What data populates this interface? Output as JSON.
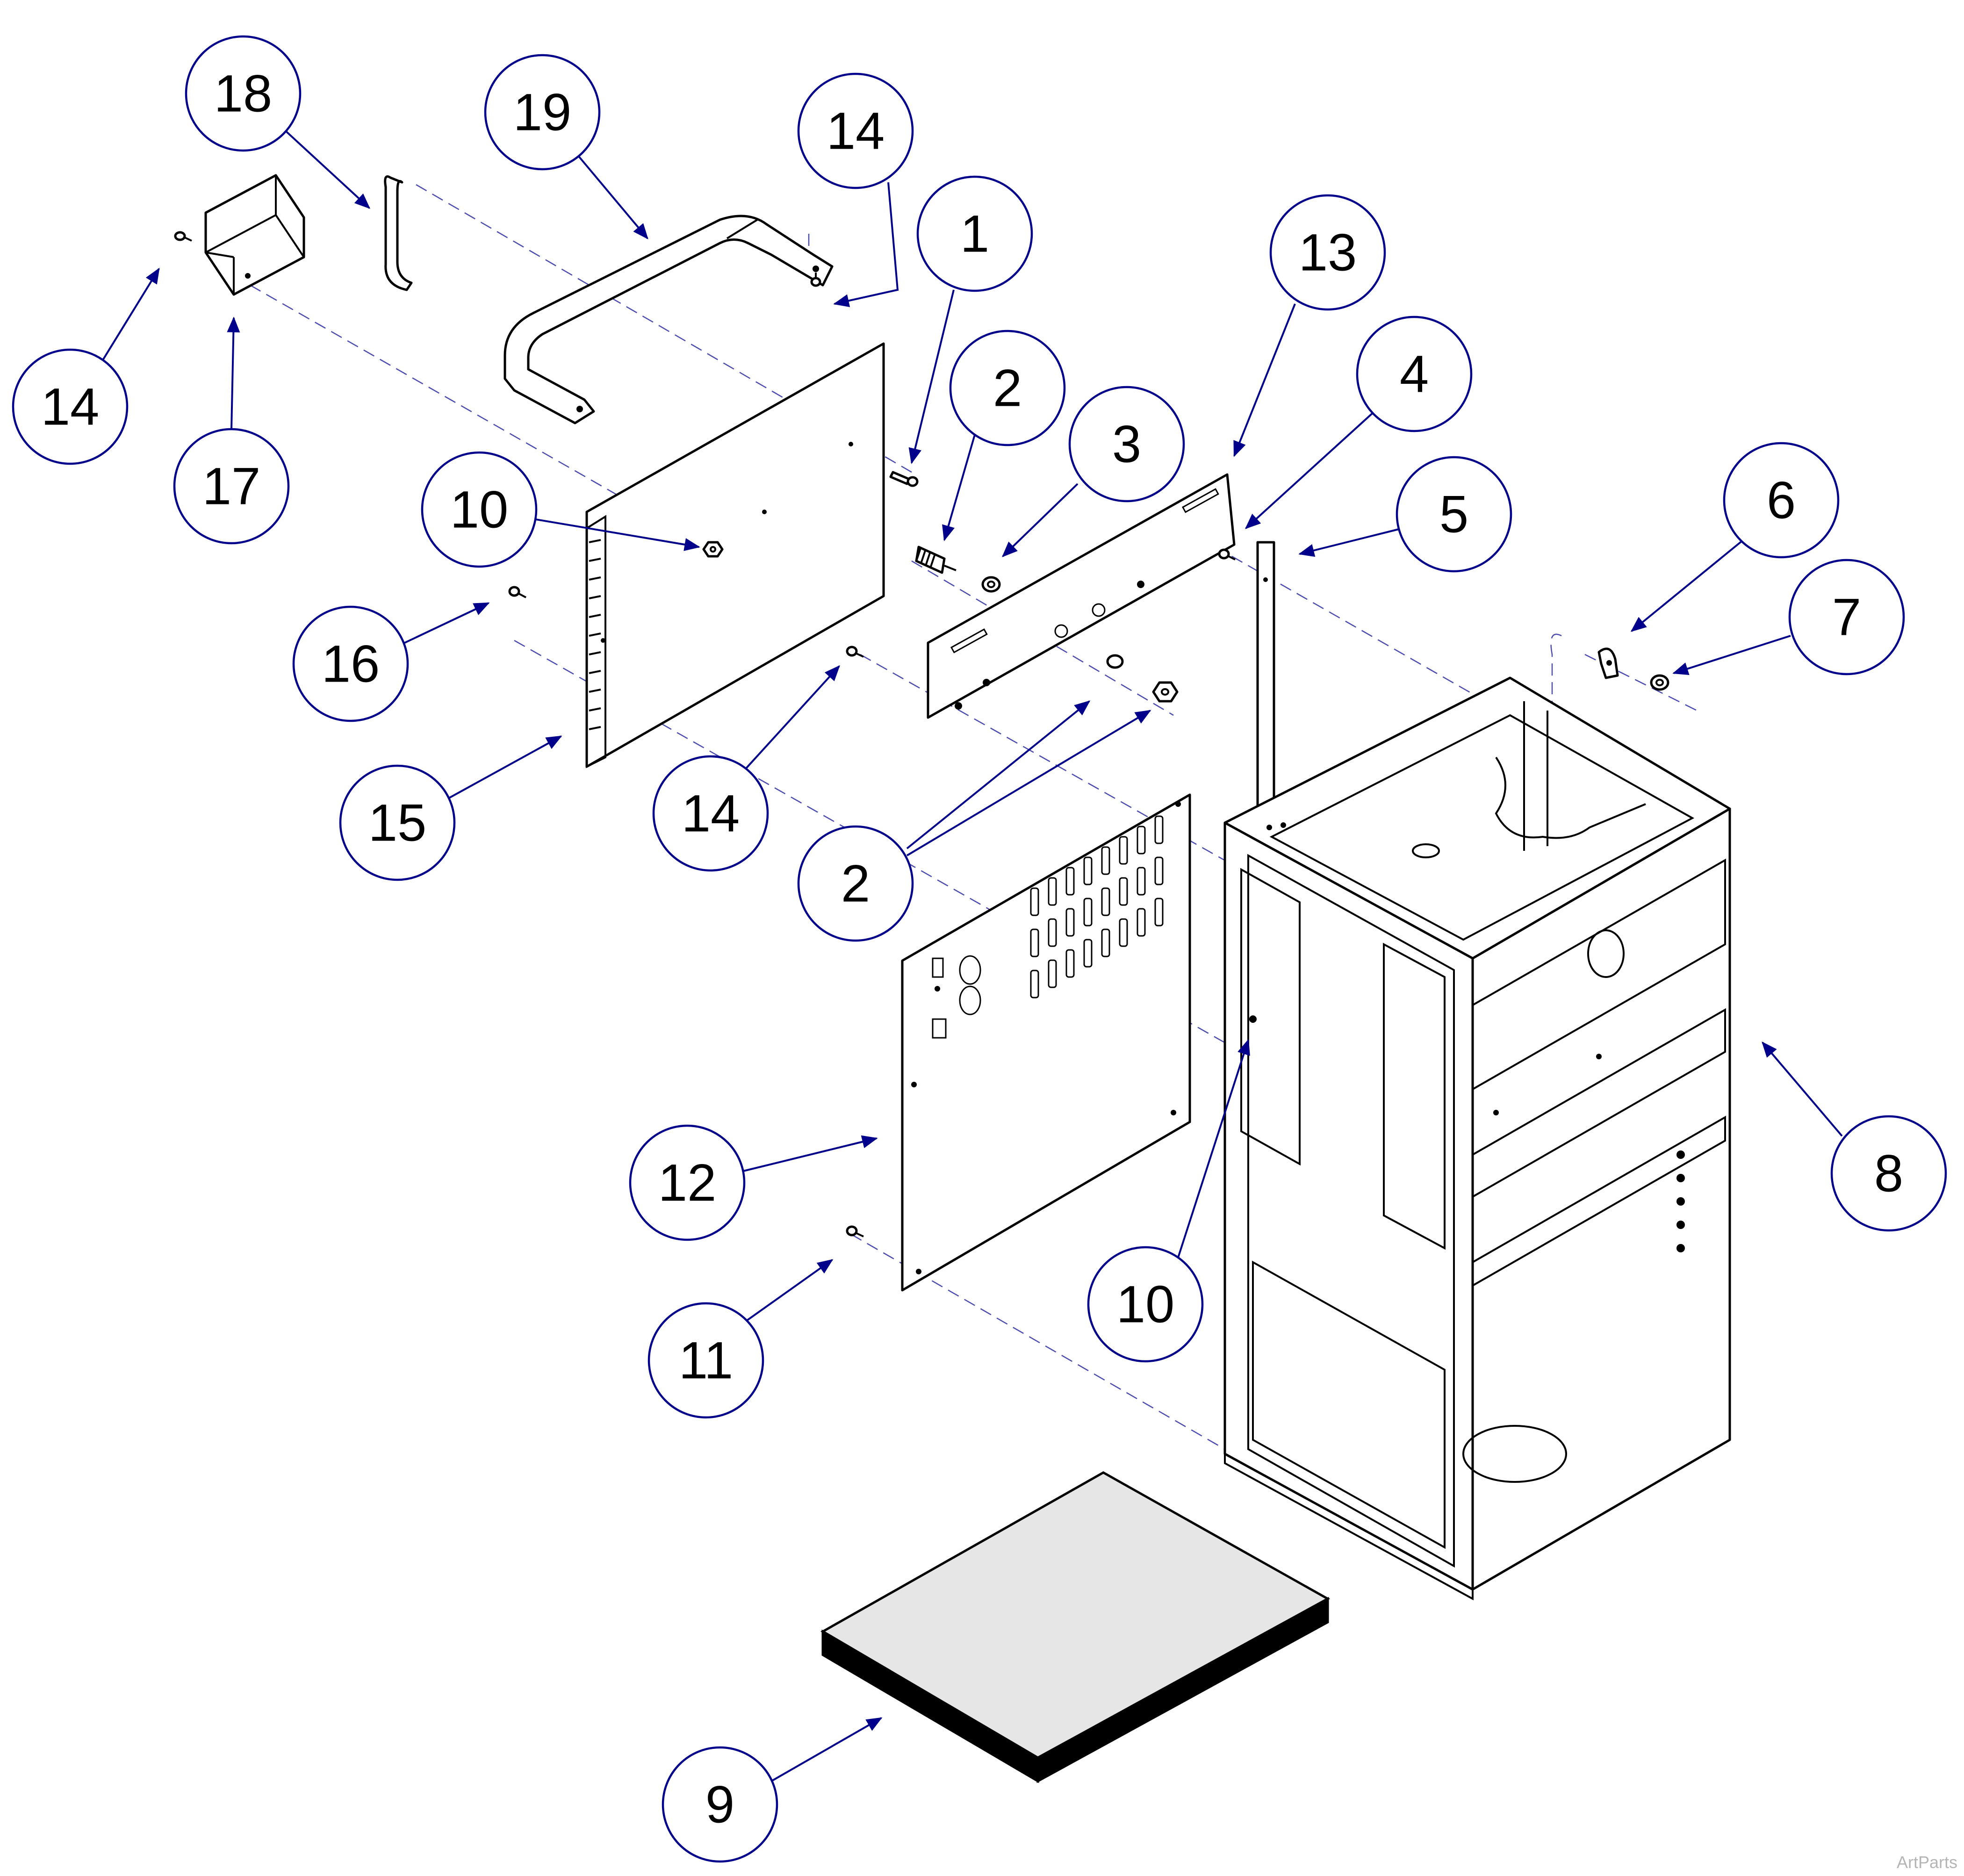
{
  "callouts": [
    {
      "label": "18"
    },
    {
      "label": "19"
    },
    {
      "label": "14"
    },
    {
      "label": "1"
    },
    {
      "label": "13"
    },
    {
      "label": "2"
    },
    {
      "label": "4"
    },
    {
      "label": "3"
    },
    {
      "label": "5"
    },
    {
      "label": "6"
    },
    {
      "label": "7"
    },
    {
      "label": "14"
    },
    {
      "label": "17"
    },
    {
      "label": "10"
    },
    {
      "label": "16"
    },
    {
      "label": "15"
    },
    {
      "label": "14"
    },
    {
      "label": "2"
    },
    {
      "label": "8"
    },
    {
      "label": "12"
    },
    {
      "label": "10"
    },
    {
      "label": "11"
    },
    {
      "label": "9"
    }
  ],
  "watermark": "ArtParts",
  "colors": {
    "callout_stroke": "#00008b",
    "leader": "#00008b",
    "hidden_line": "#4b4bb0",
    "base_top": "#e6e6e6",
    "base_side": "#000000"
  }
}
